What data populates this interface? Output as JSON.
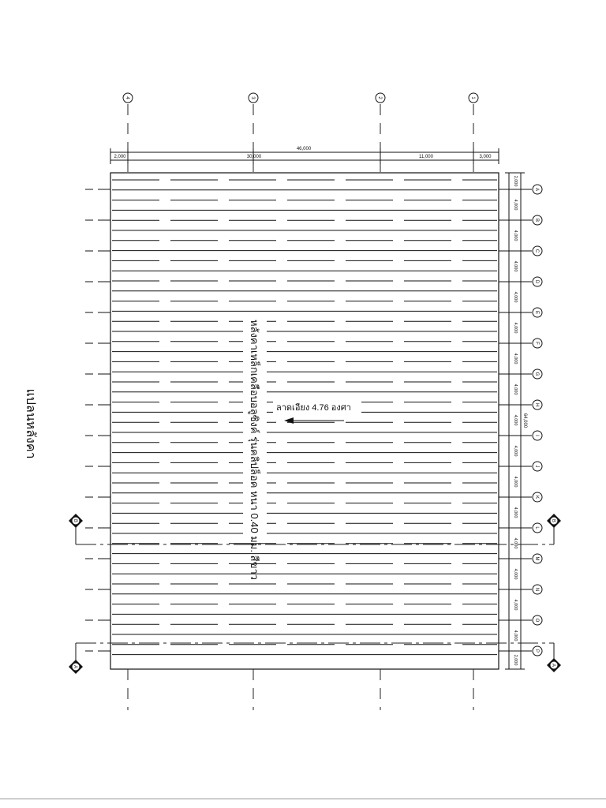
{
  "drawing": {
    "title": "แปลนหลังคา",
    "roof_note": "หลังคาเหล็กเคลือบอลูซิงค์ รุ่นคลิปล็อค หนา 0.40 มม. สีขาว",
    "slope_label": "ลาดเอียง 4.76 องศา"
  },
  "top_axes": [
    "4",
    "3",
    "2",
    "1"
  ],
  "top_dims": {
    "overall": "46,000",
    "segments": [
      "2,000",
      "30,000",
      "11,000",
      "3,000"
    ]
  },
  "right_axes": [
    "A",
    "B",
    "C",
    "D",
    "E",
    "F",
    "G",
    "H",
    "I",
    "J",
    "K",
    "L",
    "M",
    "N",
    "O",
    "P"
  ],
  "right_dims": {
    "overall": "64,000",
    "segments": [
      "2,000",
      "4,000",
      "4,000",
      "4,000",
      "4,000",
      "4,000",
      "4,000",
      "4,000",
      "4,000",
      "4,000",
      "4,000",
      "4,000",
      "4,000",
      "4,000",
      "4,000",
      "4,000",
      "2,000"
    ]
  },
  "section_marks": [
    {
      "label": "B"
    },
    {
      "label": "B"
    },
    {
      "label": "A"
    },
    {
      "label": "A"
    }
  ]
}
